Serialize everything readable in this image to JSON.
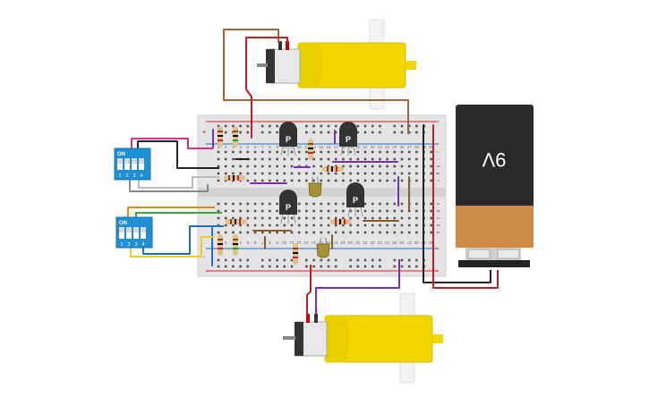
{
  "battery": {
    "label": "9V"
  },
  "dip_switches": [
    {
      "header": "ON",
      "numbers": [
        "1",
        "2",
        "3",
        "4"
      ]
    },
    {
      "header": "ON",
      "numbers": [
        "1",
        "2",
        "3",
        "4"
      ]
    }
  ],
  "transistors": [
    {
      "label": "P"
    },
    {
      "label": "P"
    },
    {
      "label": "P"
    },
    {
      "label": "P"
    }
  ],
  "breadboard": {
    "column_numbers": [
      "1",
      "2",
      "3",
      "4",
      "5",
      "6",
      "7",
      "8",
      "9",
      "10",
      "11",
      "12",
      "13",
      "14",
      "15",
      "16",
      "17",
      "18",
      "19",
      "20",
      "21",
      "22",
      "23",
      "24",
      "25",
      "26",
      "27",
      "28",
      "29",
      "30"
    ],
    "row_letters_top": [
      "j",
      "i",
      "h",
      "g",
      "f"
    ],
    "row_letters_bottom": [
      "e",
      "d",
      "c",
      "b",
      "a"
    ],
    "rail_plus": "+",
    "rail_minus": "-"
  },
  "colors": {
    "motor_yellow": "#f2d600",
    "battery_black": "#2a2a2a",
    "battery_orange": "#d08a47",
    "dip_blue": "#1e8fd5",
    "breadboard": "#e4e4e4",
    "rail_red": "#d62020",
    "rail_blue": "#1a73c7"
  }
}
